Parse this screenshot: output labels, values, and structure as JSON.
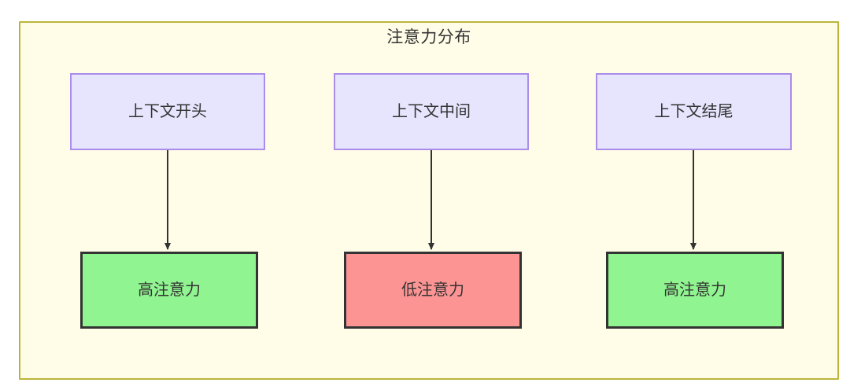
{
  "diagram": {
    "title": "注意力分布",
    "container": {
      "fill": "#fffde7",
      "stroke": "#bbb53a"
    },
    "palette": {
      "context_fill": "#e7e5fd",
      "context_stroke": "#ab8cea",
      "high_attention_fill": "#90f490",
      "low_attention_fill": "#fc9494",
      "attention_stroke": "#333333",
      "edge_color": "#333333",
      "text_color": "#333333"
    },
    "columns": [
      {
        "id": "start",
        "context": {
          "label": "上下文开头"
        },
        "attention": {
          "label": "高注意力",
          "level": "high"
        }
      },
      {
        "id": "middle",
        "context": {
          "label": "上下文中间"
        },
        "attention": {
          "label": "低注意力",
          "level": "low"
        }
      },
      {
        "id": "end",
        "context": {
          "label": "上下文结尾"
        },
        "attention": {
          "label": "高注意力",
          "level": "high"
        }
      }
    ]
  }
}
